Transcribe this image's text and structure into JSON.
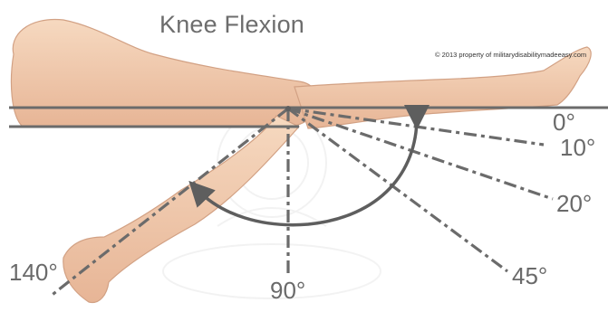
{
  "title": "Knee Flexion",
  "copyright": "© 2013 property of militarydisabilitymadeeasy.com",
  "angle_labels": {
    "a0": "0°",
    "a10": "10°",
    "a20": "20°",
    "a45": "45°",
    "a90": "90°",
    "a140": "140°"
  },
  "colors": {
    "skin": "#f2cdb0",
    "skin_shadow": "#d9a889",
    "line": "#6b6b6b",
    "text": "#6d6d6d"
  }
}
